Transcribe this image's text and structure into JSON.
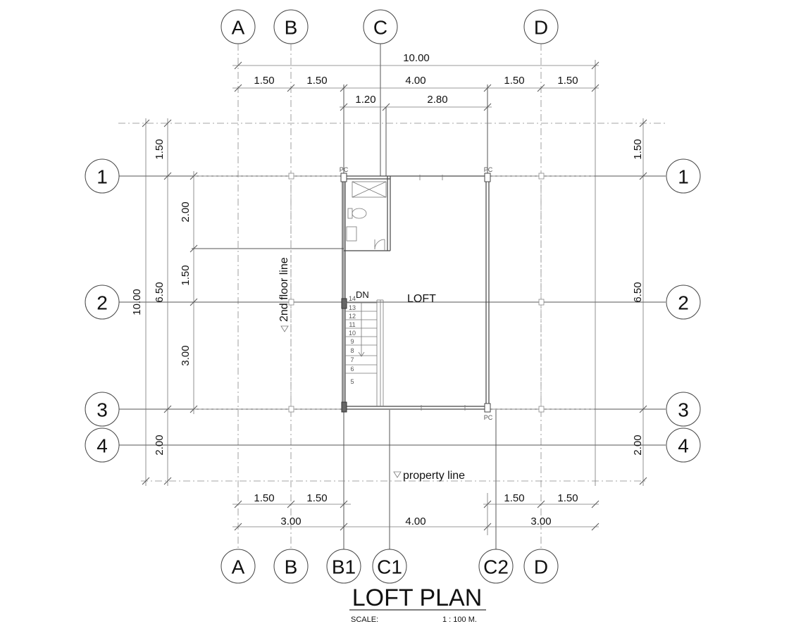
{
  "grid": {
    "top": [
      "A",
      "B",
      "C",
      "D"
    ],
    "bottom": [
      "A",
      "B",
      "B1",
      "C1",
      "C2",
      "D"
    ],
    "left": [
      "1",
      "2",
      "3",
      "4"
    ],
    "right": [
      "1",
      "2",
      "3",
      "4"
    ]
  },
  "dims": {
    "top_overall": "10.00",
    "top_row2": [
      "1.50",
      "1.50",
      "4.00",
      "1.50",
      "1.50"
    ],
    "top_row3": [
      "1.20",
      "2.80"
    ],
    "bottom_row1": [
      "1.50",
      "1.50",
      "1.50",
      "1.50"
    ],
    "bottom_row2": [
      "3.00",
      "4.00",
      "3.00"
    ],
    "left_outer": "10.00",
    "left_mid": [
      "1.50",
      "6.50",
      "2.00"
    ],
    "left_inner": [
      "2.00",
      "1.50",
      "3.00"
    ],
    "right": [
      "1.50",
      "6.50",
      "2.00"
    ]
  },
  "labels": {
    "room": "LOFT",
    "dn": "DN",
    "floor_line": "2nd floor line",
    "property_line": "property line",
    "pc": "PC",
    "title": "LOFT PLAN",
    "scale_label": "SCALE:",
    "scale_value": "1 : 100 M."
  },
  "stairs": [
    "14",
    "13",
    "12",
    "11",
    "10",
    "9",
    "8",
    "7",
    "6",
    "5"
  ]
}
